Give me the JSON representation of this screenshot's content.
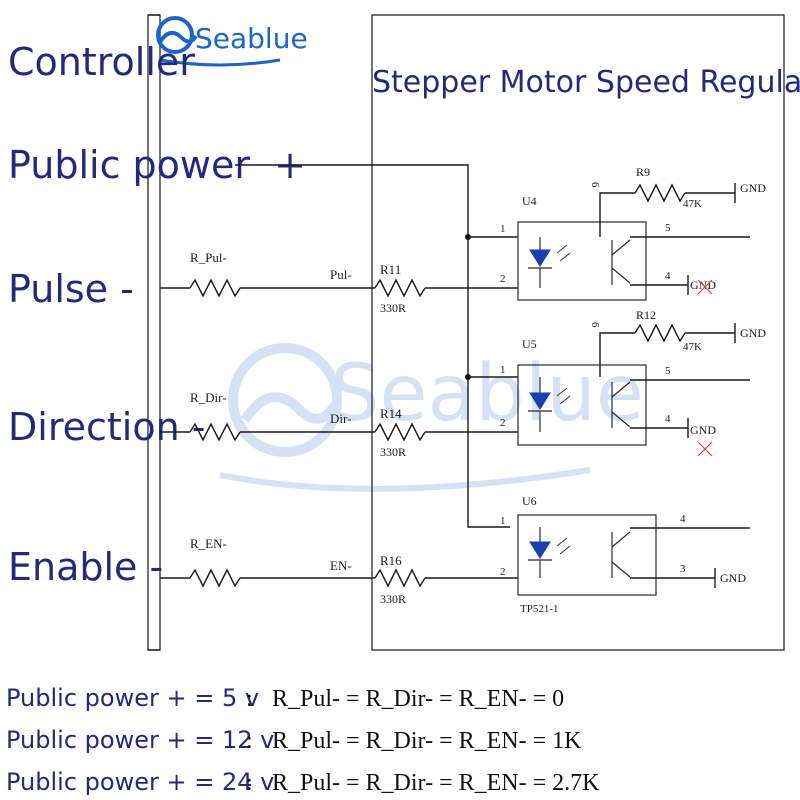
{
  "brand": {
    "name": "Seablue",
    "color": "#1e63c9",
    "icon": "wave-logo-icon"
  },
  "controller": {
    "title": "Controller",
    "signals": [
      "Public power  +",
      "Pulse -",
      "Direction -",
      "Enable -"
    ]
  },
  "regulator": {
    "title": "Stepper Motor Speed Regulator"
  },
  "resistors": {
    "pul": {
      "name": "R_Pul-",
      "net": "Pul-",
      "ref": "R11",
      "value": "330R"
    },
    "dir": {
      "name": "R_Dir-",
      "net": "Dir-",
      "ref": "R14",
      "value": "330R"
    },
    "en": {
      "name": "R_EN-",
      "net": "EN-",
      "ref": "R16",
      "value": "330R"
    }
  },
  "optocouplers": [
    {
      "ref": "U4",
      "pins": [
        "1",
        "2",
        "5",
        "4",
        "6"
      ],
      "pullup_ref": "R9",
      "pullup_value": "47K",
      "gnd": "GND",
      "gnd2": "GND"
    },
    {
      "ref": "U5",
      "pins": [
        "1",
        "2",
        "5",
        "4",
        "6"
      ],
      "pullup_ref": "R12",
      "pullup_value": "47K",
      "gnd": "GND",
      "gnd2": "GND"
    },
    {
      "ref": "U6",
      "pins": [
        "1",
        "2",
        "4",
        "3"
      ],
      "part": "TP521-1",
      "gnd": "GND"
    }
  ],
  "notes": [
    {
      "left": "Public power + = 5 v",
      "sep": ":",
      "right": "R_Pul- = R_Dir- = R_EN- = 0"
    },
    {
      "left": "Public power + = 12 v",
      "sep": ":",
      "right": "R_Pul- = R_Dir- = R_EN- = 1K"
    },
    {
      "left": "Public power + = 24 v",
      "sep": ":",
      "right": "R_Pul- = R_Dir- = R_EN- = 2.7K"
    }
  ]
}
